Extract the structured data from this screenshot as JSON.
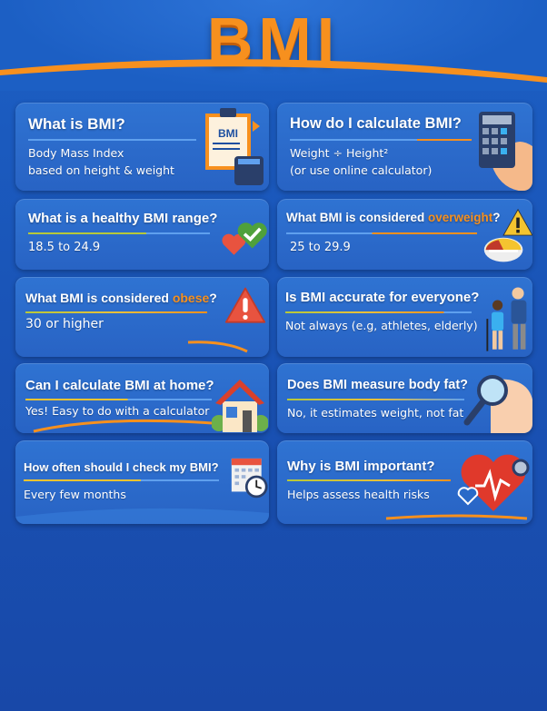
{
  "title": "BMI",
  "colors": {
    "accent": "#f7901e",
    "background": "#1a55b8",
    "card": "#2b68c8"
  },
  "cards": [
    {
      "question": "What is BMI?",
      "answer_lines": [
        "Body Mass Index",
        "based on height & weight"
      ],
      "icon": "clipboard-scale-icon"
    },
    {
      "question": "How do I calculate BMI?",
      "answer_lines": [
        "Weight ÷ Height²",
        "(or use online calculator)"
      ],
      "icon": "calculator-icon"
    },
    {
      "question": "What is a healthy BMI range?",
      "answer_lines": [
        "18.5 to 24.9"
      ],
      "icon": "heart-check-icon"
    },
    {
      "question_pre": "What BMI is considered ",
      "question_hl": "overweight",
      "question_post": "?",
      "answer_lines": [
        "25 to 29.9"
      ],
      "icon": "warning-gauge-icon"
    },
    {
      "question_pre": "What BMI is considered ",
      "question_hl": "obese",
      "question_post": "?",
      "answer_lines": [
        "30 or higher"
      ],
      "icon": "warning-icon"
    },
    {
      "question": "Is BMI accurate for everyone?",
      "answer_lines": [
        "Not always (e.g, athletes, elderly)"
      ],
      "icon": "people-icon"
    },
    {
      "question": "Can I calculate BMI at home?",
      "answer_lines": [
        "Yes! Easy to do with a calculator"
      ],
      "icon": "house-icon"
    },
    {
      "question": "Does BMI measure body fat?",
      "answer_lines": [
        "No, it estimates weight, not fat"
      ],
      "icon": "magnifier-icon"
    },
    {
      "question": "How often should I check my BMI?",
      "answer_lines": [
        "Every few months"
      ],
      "icon": "calendar-clock-icon"
    },
    {
      "question": "Why is BMI important?",
      "answer_lines": [
        "Helps assess health risks"
      ],
      "icon": "heart-stethoscope-icon"
    }
  ]
}
